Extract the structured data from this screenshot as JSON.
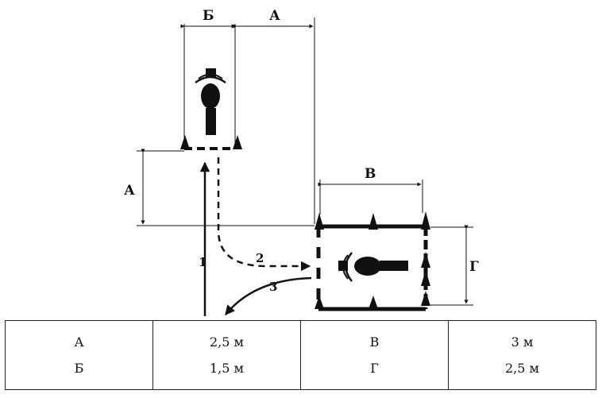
{
  "labels": {
    "dim_top_left": "Б",
    "dim_top_right": "А",
    "dim_left": "А",
    "dim_box": "В",
    "dim_right": "Г",
    "path_1": "1",
    "path_2": "2",
    "path_3": "3"
  },
  "table": {
    "col1": [
      "А",
      "Б"
    ],
    "col2": [
      "2,5 м",
      "1,5 м"
    ],
    "col3": [
      "В",
      "Г"
    ],
    "col4": [
      "3 м",
      "2,5 м"
    ]
  }
}
